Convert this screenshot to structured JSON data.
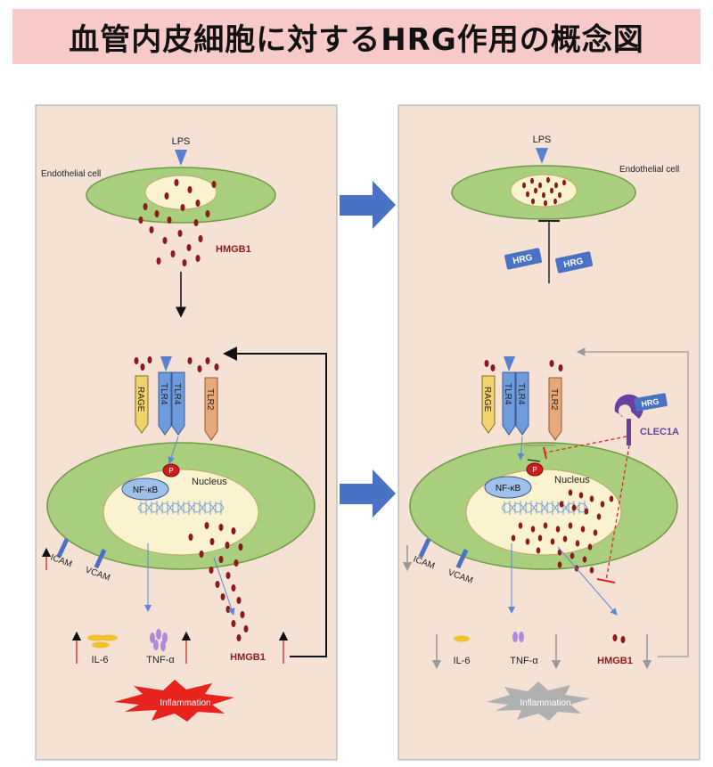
{
  "title": "血管内皮細胞に対するHRG作用の概念図",
  "left_panel": {
    "lps": "LPS",
    "endothelial_cell": "Endothelial cell",
    "hmgb1_release": "HMGB1",
    "receptors": [
      "RAGE",
      "TLR4",
      "TLR4",
      "TLR2"
    ],
    "nfkb": "NF-κB",
    "p": "P",
    "nucleus": "Nucleus",
    "icam": "ICAM",
    "vcam": "VCAM",
    "il6": "IL-6",
    "tnfa": "TNF-α",
    "hmgb1_out": "HMGB1",
    "inflammation": "Inflammation"
  },
  "right_panel": {
    "lps": "LPS",
    "endothelial_cell": "Endothelial cell",
    "hrg_1": "HRG",
    "hrg_2": "HRG",
    "hrg_bound": "HRG",
    "clec1a": "CLEC1A",
    "receptors": [
      "RAGE",
      "TLR4",
      "TLR4",
      "TLR2"
    ],
    "nfkb": "NF-κB",
    "p": "P",
    "nucleus": "Nucleus",
    "icam": "ICAM",
    "vcam": "VCAM",
    "il6": "IL-6",
    "tnfa": "TNF-α",
    "hmgb1_out": "HMGB1",
    "inflammation": "Inflammation"
  },
  "colors": {
    "panel_bg": "#f6e1d5",
    "cell_green": "#a9cf7e",
    "nucleus_fill": "#fbf3cf",
    "hmgb1_dot": "#8b1a1a",
    "arrow_blue": "#4a6fc4",
    "hrg_blue": "#4a72c4",
    "inflammation_red": "#e8221c",
    "inflammation_gray": "#b0b0b0",
    "clec1a_purple": "#6b3fa0"
  }
}
